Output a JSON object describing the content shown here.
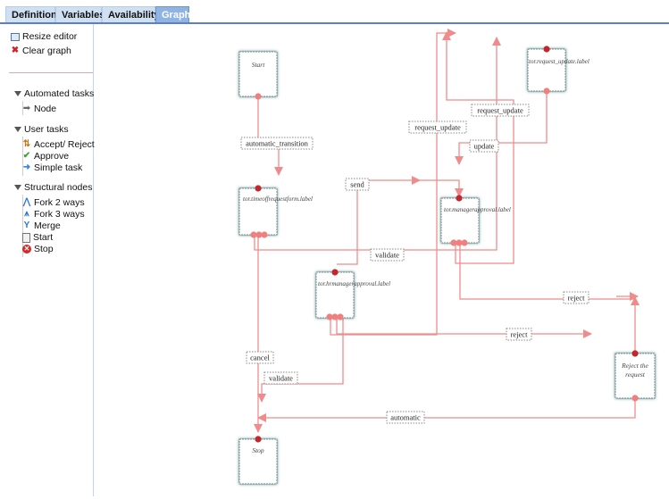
{
  "tabs": [
    "Definition",
    "Variables",
    "Availability",
    "Graph"
  ],
  "active_tab": "Graph",
  "sidebar": {
    "actions": {
      "resize": "Resize editor",
      "clear": "Clear graph"
    },
    "automated_header": "Automated tasks",
    "automated_items": [
      "Node"
    ],
    "user_header": "User tasks",
    "user_items": [
      "Accept/ Reject",
      "Approve",
      "Simple task"
    ],
    "structural_header": "Structural nodes",
    "structural_items": [
      "Fork 2 ways",
      "Fork 3 ways",
      "Merge",
      "Start",
      "Stop"
    ]
  },
  "graph": {
    "nodes": {
      "start": "Start",
      "form": "tor.timeoffrequestform.label",
      "manager": "tor.managerapproval.label",
      "update": "tor.request_update.label",
      "hr": "tor.hrmanagerapproval.label",
      "reject": "Reject the request",
      "stop": "Stop"
    },
    "edge_labels": {
      "automatic_transition": "automatic_transition",
      "send": "send",
      "validate_mgr": "validate",
      "request_update_top": "request_update",
      "request_update_mid": "request_update",
      "update": "update",
      "reject_mgr": "reject",
      "reject_hr": "reject",
      "cancel": "cancel",
      "validate_hr": "validate",
      "automatic": "automatic"
    },
    "colors": {
      "edge": "#f18b8b",
      "port": "#c0282d",
      "port_light": "#f08080",
      "node_border": "#6f8f8f"
    }
  }
}
